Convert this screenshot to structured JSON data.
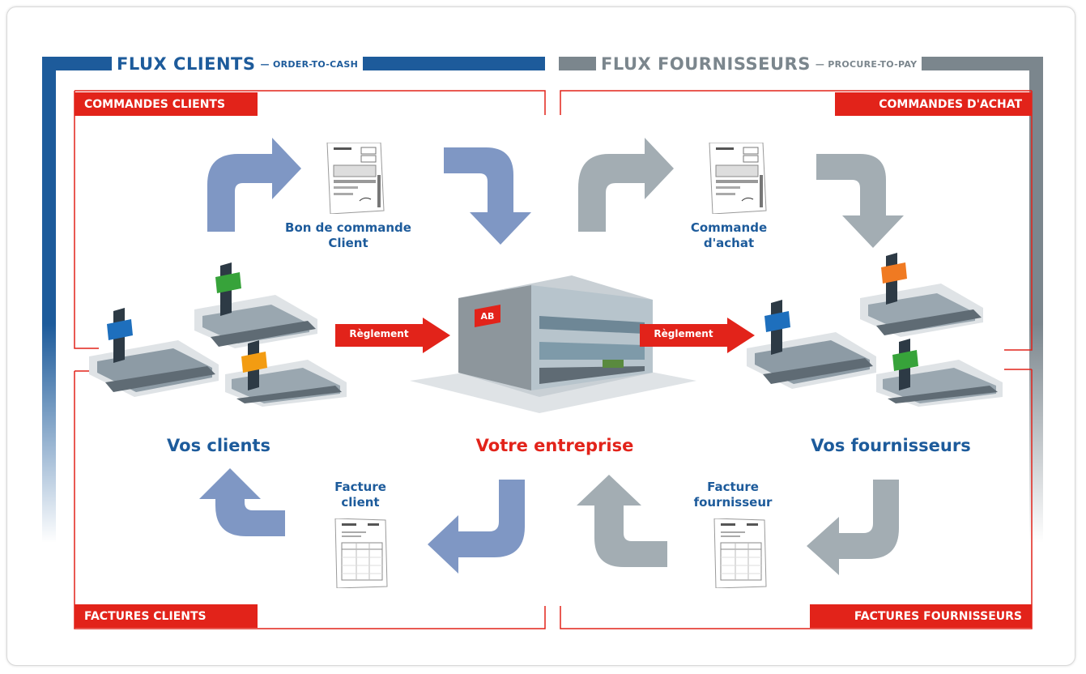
{
  "header": {
    "left_title": "FLUX CLIENTS",
    "left_subtitle": "— ORDER-TO-CASH",
    "right_title": "FLUX FOURNISSEURS",
    "right_subtitle": "— PROCURE-TO-PAY"
  },
  "corners": {
    "top_left": "COMMANDES CLIENTS",
    "top_right": "COMMANDES D'ACHAT",
    "bottom_left": "FACTURES CLIENTS",
    "bottom_right": "FACTURES FOURNISSEURS"
  },
  "documents": {
    "client_order_line1": "Bon de commande",
    "client_order_line2": "Client",
    "purchase_order_line1": "Commande",
    "purchase_order_line2": "d'achat",
    "client_invoice_line1": "Facture",
    "client_invoice_line2": "client",
    "supplier_invoice_line1": "Facture",
    "supplier_invoice_line2": "fournisseur"
  },
  "actors": {
    "clients": "Vos clients",
    "company": "Votre entreprise",
    "suppliers": "Vos fournisseurs",
    "company_sign": "AB"
  },
  "payments": {
    "left": "Règlement",
    "right": "Règlement"
  },
  "colors": {
    "client_blue": "#1d5b9b",
    "supplier_grey": "#7b868d",
    "accent_red": "#e2231a",
    "arrow_blue": "#7f97c4",
    "arrow_grey": "#a3adb3"
  }
}
